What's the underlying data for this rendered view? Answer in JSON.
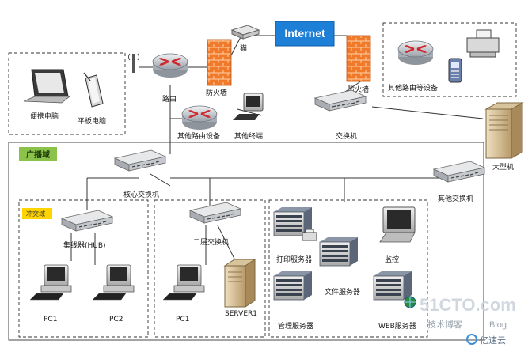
{
  "internet": "Internet",
  "labels": {
    "laptop": "便携电脑",
    "tablet": "平板电脑",
    "router": "路由",
    "firewall_left": "防火墙",
    "modem": "猫",
    "firewall_right": "防火墙",
    "other_router_devices_top": "其他路由等设备",
    "other_router_devices": "其他路由设备",
    "other_terminals": "其他终端",
    "switch_top": "交换机",
    "mainframe": "大型机",
    "broadcast_domain": "广播域",
    "core_switch": "核心交换机",
    "other_switch": "其他交换机",
    "collision_domain": "冲突域",
    "hub": "集线器(HUB)",
    "l2_switch": "二层交换机",
    "pc1_a": "PC1",
    "pc2": "PC2",
    "pc1_b": "PC1",
    "server1": "SERVER1",
    "print_server": "打印服务器",
    "monitor": "监控",
    "file_server": "文件服务器",
    "mgmt_server": "管理服务器",
    "web_server": "WEB服务器"
  },
  "watermark": {
    "site": "51CTO.com",
    "sub": "技术博客",
    "blog": "Blog",
    "brand": "亿速云"
  },
  "colors": {
    "internet_bg": "#1e7fd6",
    "broadcast_bg": "#8bc34a",
    "collision_bg": "#ffd400",
    "firewall": "#f07a2a",
    "router": "#c9ccd2"
  }
}
